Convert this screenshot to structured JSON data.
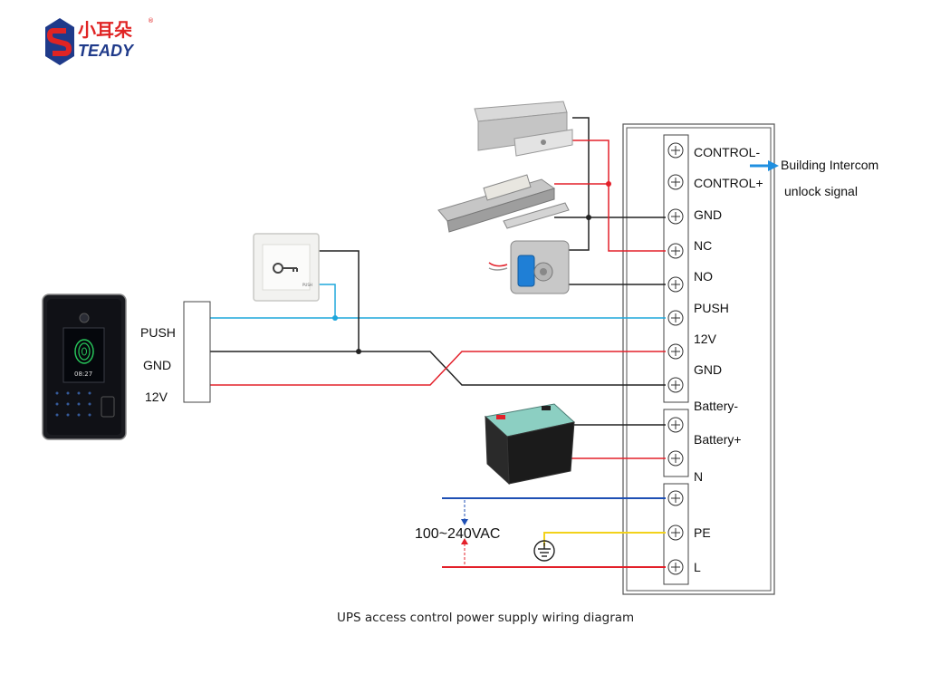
{
  "logo": {
    "cn_text": "小耳朵",
    "en_text": "TEADY",
    "registered": "®",
    "colors": {
      "red": "#e02424",
      "blue": "#1f3a8a"
    }
  },
  "reader_terminal": {
    "labels": [
      "PUSH",
      "GND",
      "12V"
    ],
    "screen_text": "08:27"
  },
  "exit_button": {
    "label": "PUSH"
  },
  "controller": {
    "terminals": [
      "CONTROL-",
      "CONTROL+",
      "GND",
      "NC",
      "NO",
      "PUSH",
      "12V",
      "GND"
    ],
    "battery_terminals": [
      "Battery-",
      "Battery+"
    ],
    "power_terminals": [
      "N",
      "PE",
      "L"
    ]
  },
  "intercom": {
    "line1": "Building Intercom",
    "line2": "unlock signal"
  },
  "mains": {
    "label": "100~240VAC"
  },
  "caption": "UPS access control power supply wiring diagram",
  "colors": {
    "wire_black": "#222222",
    "wire_red": "#e3202a",
    "wire_cyan": "#1fa7dc",
    "wire_blue": "#1e4fb4",
    "wire_yellow": "#f2d21b",
    "arrow_blue": "#1f8fe0"
  }
}
